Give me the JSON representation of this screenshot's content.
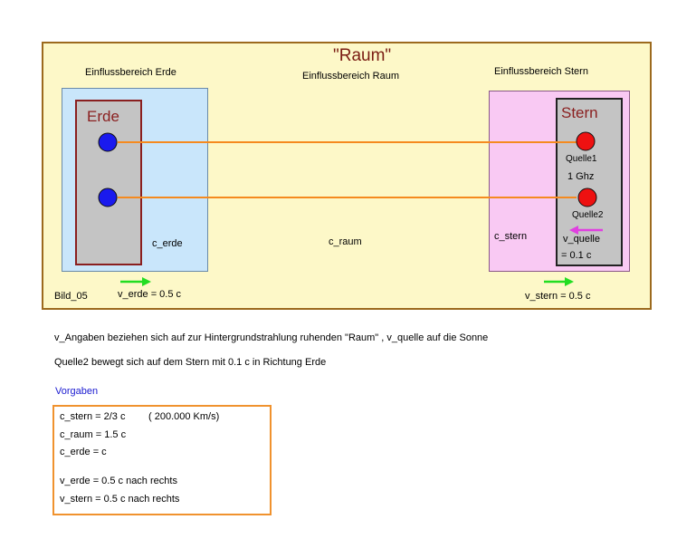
{
  "diagram": {
    "title": "\"Raum\"",
    "raum_region_label": "Einflussbereich Raum",
    "earth_region_label": "Einflussbereich Erde",
    "star_region_label": "Einflussbereich Stern",
    "earth_label": "Erde",
    "star_label": "Stern",
    "source1_label": "Quelle1",
    "frequency_label": "1 Ghz",
    "source2_label": "Quelle2",
    "v_quelle_label": "v_quelle",
    "v_quelle_value": "= 0.1 c",
    "c_erde_label": "c_erde",
    "c_raum_label": "c_raum",
    "c_stern_label": "c_stern",
    "v_erde_label": "v_erde =  0.5 c",
    "v_stern_label": "v_stern = 0.5 c",
    "figure_id": "Bild_05",
    "colors": {
      "raum_bg": "#fdf8c8",
      "raum_border": "#9c6a1e",
      "earth_region_bg": "#c9e6fb",
      "star_region_bg": "#f9c9f3",
      "body_grey": "#c4c4c4",
      "earth_dot": "#1a1aee",
      "star_dot": "#ee1111",
      "signal_line": "#f58a1f",
      "motion_arrow": "#22dd22",
      "source_arrow": "#e040e0"
    }
  },
  "notes": {
    "line1": "v_Angaben beziehen sich auf zur Hintergrundstrahlung ruhenden \"Raum\" ,  v_quelle auf die Sonne",
    "line2": "Quelle2 bewegt sich auf dem Stern mit 0.1 c in Richtung Erde"
  },
  "vorgaben": {
    "heading": "Vorgaben",
    "c_stern": "c_stern = 2/3 c",
    "c_stern_kms": "( 200.000 Km/s)",
    "c_raum": "c_raum =  1.5  c",
    "c_erde": "c_erde = c",
    "v_erde": "v_erde = 0.5 c  nach rechts",
    "v_stern": "v_stern = 0.5 c  nach rechts"
  }
}
